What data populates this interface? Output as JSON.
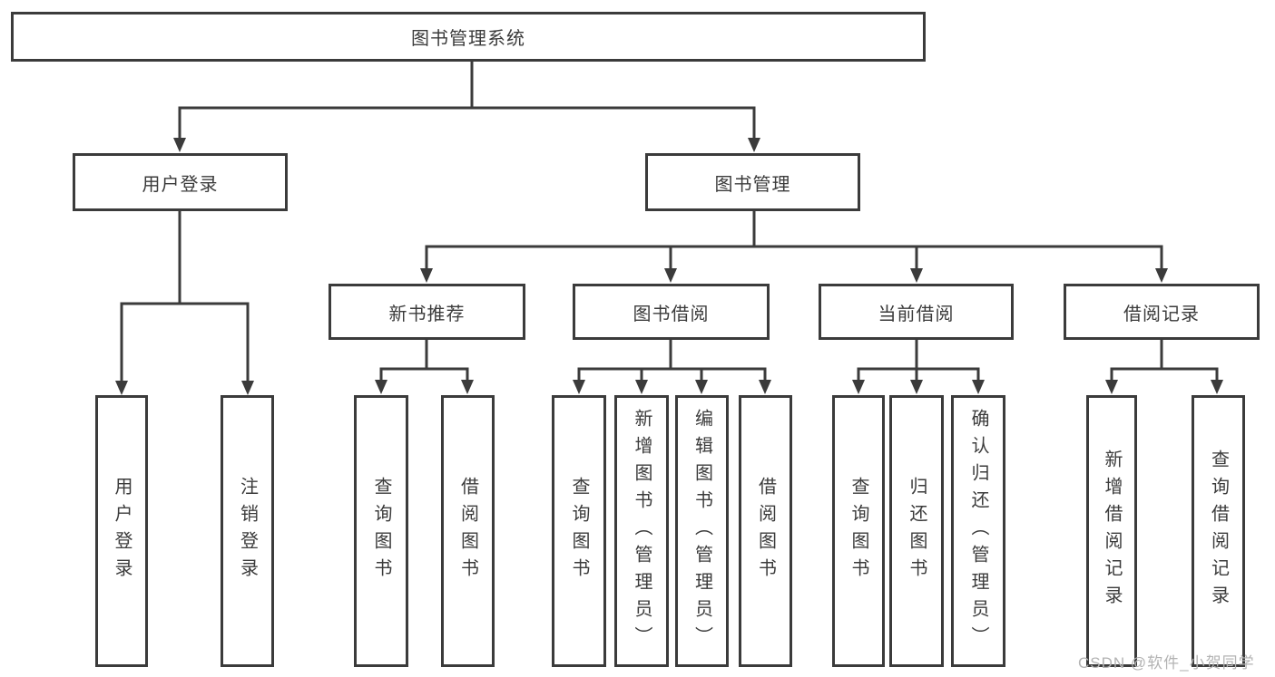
{
  "nodes": {
    "root": "图书管理系统",
    "user_login": "用户登录",
    "book_management": "图书管理",
    "new_book_recommend": "新书推荐",
    "book_borrowing": "图书借阅",
    "current_borrowing": "当前借阅",
    "borrowing_records": "借阅记录",
    "leaf_user_login": "用户登录",
    "leaf_logout": "注销登录",
    "leaf_query_books_1": "查询图书",
    "leaf_borrow_books_1": "借阅图书",
    "leaf_query_books_2": "查询图书",
    "leaf_add_books_admin": "新增图书（管理员）",
    "leaf_edit_books_admin": "编辑图书（管理员）",
    "leaf_borrow_books_2": "借阅图书",
    "leaf_query_books_3": "查询图书",
    "leaf_return_books": "归还图书",
    "leaf_confirm_return_admin": "确认归还（管理员）",
    "leaf_add_borrow_record": "新增借阅记录",
    "leaf_query_borrow_record": "查询借阅记录"
  },
  "watermark": "CSDN @软件_小贺同学",
  "colors": {
    "line": "#3b3b3b",
    "text": "#3b3b3b",
    "watermark": "#b3b3b3",
    "background": "#ffffff",
    "box_fill": "#ffffff"
  }
}
